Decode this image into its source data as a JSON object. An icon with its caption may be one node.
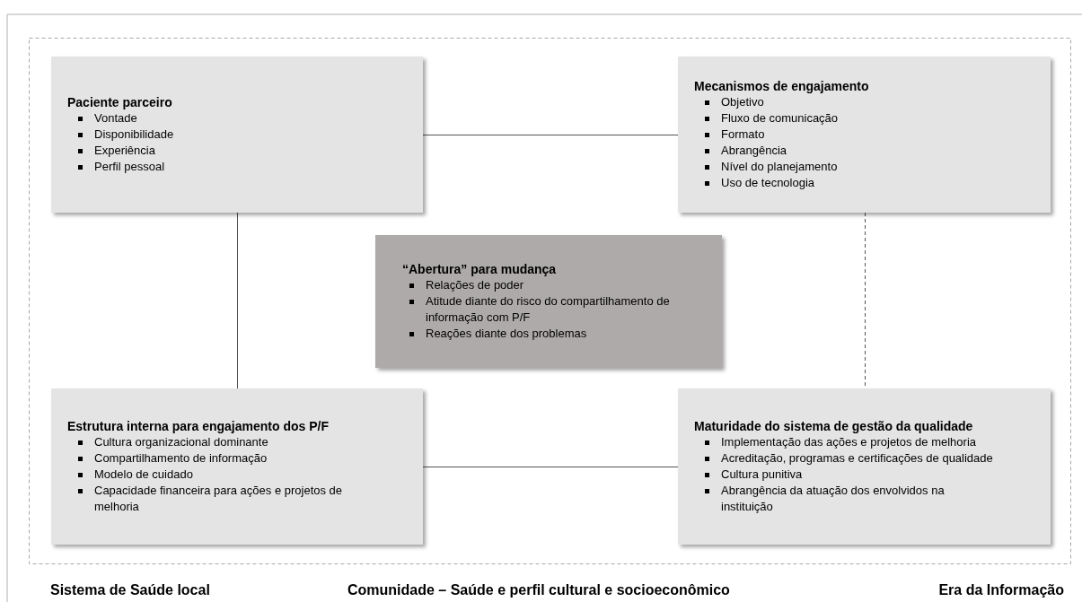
{
  "diagram": {
    "nodes": [
      {
        "text": [
          "Paciente parceiro",
          "Vontade",
          "Disponibilidade",
          "Experiência",
          "Perfil pessoal"
        ]
      },
      {
        "text": [
          "Mecanismos de engajamento",
          "Objetivo",
          "Fluxo de comunicação",
          "Formato",
          "Abrangência",
          "Nível do planejamento",
          "Uso de tecnologia"
        ]
      },
      {
        "text": [
          "“Abertura” para mudança",
          "Relações de poder",
          "Atitude diante do risco do compartilhamento de informação com P/F",
          "Reações diante dos problemas"
        ]
      },
      {
        "text": [
          "Estrutura interna para engajamento dos P/F",
          "Cultura organizacional dominante",
          "Compartilhamento de informação",
          "Modelo de cuidado",
          "Capacidade financeira para ações e projetos de melhoria"
        ]
      },
      {
        "text": [
          "Maturidade do sistema de gestão da qualidade",
          "Implementação das ações e projetos de melhoria",
          "Acreditação, programas e certificações de qualidade",
          "Cultura punitiva",
          "Abrangência da atuação dos envolvidos na instituição"
        ]
      }
    ],
    "edges": [
      {
        "from": 0,
        "to": 1,
        "arrow": "none"
      },
      {
        "from": 0,
        "to": 3,
        "arrow": "none"
      },
      {
        "from": 3,
        "to": 4,
        "arrow": "none"
      },
      {
        "from": 1,
        "to": 4,
        "arrow": "none",
        "style": "dashed"
      }
    ],
    "labels": [
      "Sistema de Saúde local",
      "Comunidade – Saúde e perfil cultural e socioeconômico",
      "Era da Informação"
    ]
  }
}
